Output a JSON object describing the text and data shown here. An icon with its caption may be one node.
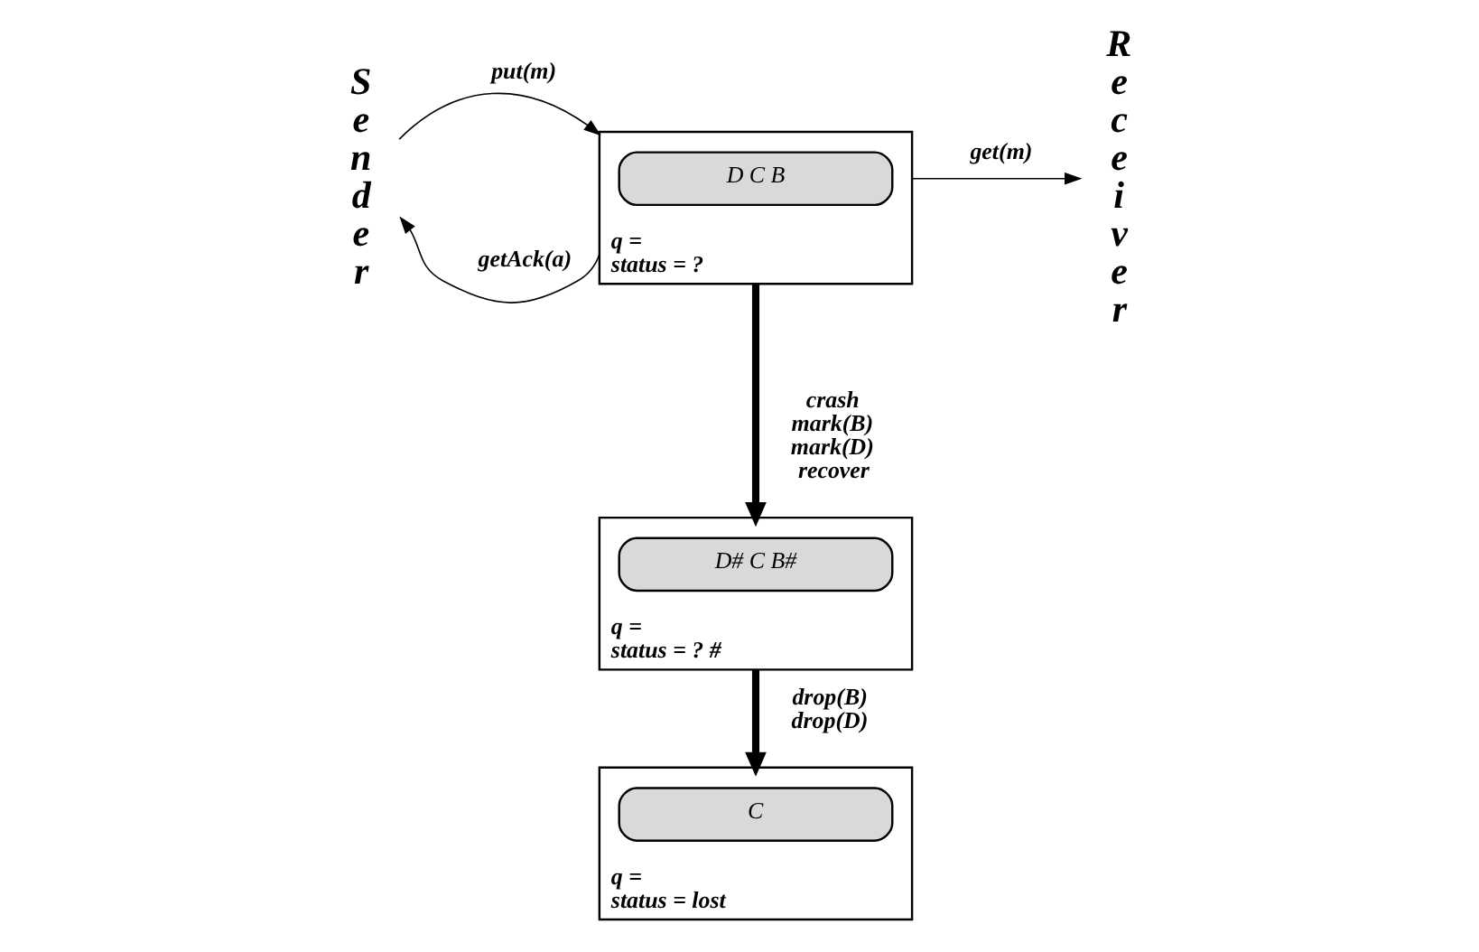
{
  "diagram": {
    "nodes": [
      {
        "text": [
          "Sender"
        ]
      },
      {
        "text": [
          "q =",
          "status = ?"
        ]
      },
      {
        "text": [
          "D C B"
        ],
        "in": 1
      },
      {
        "text": [
          "Receiver"
        ]
      },
      {
        "text": [
          "q =",
          "status = ? #"
        ]
      },
      {
        "text": [
          "D# C B#"
        ],
        "in": 4
      },
      {
        "text": [
          "q =",
          "status = lost"
        ]
      },
      {
        "text": [
          "C"
        ],
        "in": 6
      }
    ],
    "edges": [
      {
        "from": 0,
        "to": 1,
        "arrow": "to",
        "label": "put(m)"
      },
      {
        "from": 1,
        "to": 0,
        "arrow": "to",
        "label": "getAck(a)"
      },
      {
        "from": 1,
        "to": 3,
        "arrow": "to",
        "label": "get(m)"
      },
      {
        "from": 1,
        "to": 4,
        "arrow": "to",
        "label": "crash mark(B) mark(D) recover",
        "style": "thick"
      },
      {
        "from": 4,
        "to": 6,
        "arrow": "to",
        "label": "drop(B) drop(D)",
        "style": "thick"
      }
    ]
  }
}
